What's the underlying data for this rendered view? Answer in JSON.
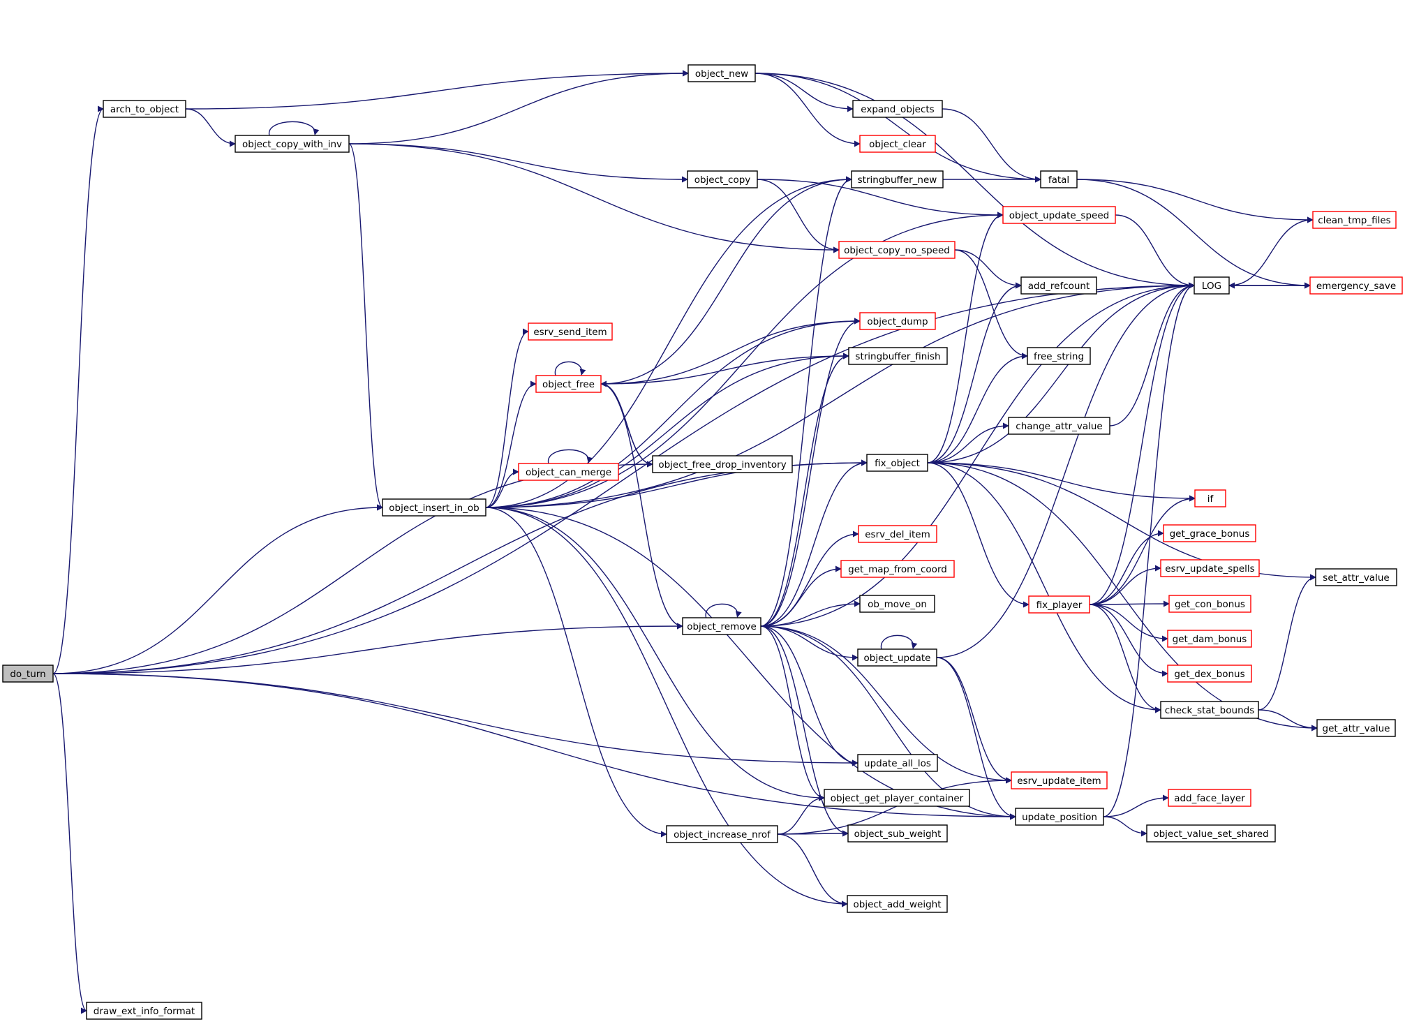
{
  "diagram": {
    "type": "call-graph",
    "colors": {
      "edge": "#191970",
      "border_black": "#000000",
      "border_red": "#ff0000",
      "root_fill": "#bfbfbf",
      "node_fill": "#ffffff"
    },
    "nodes": [
      {
        "id": "do_turn",
        "label": "do_turn",
        "style": "root"
      },
      {
        "id": "arch_to_object",
        "label": "arch_to_object",
        "style": "black"
      },
      {
        "id": "object_copy_with_inv",
        "label": "object_copy_with_inv",
        "style": "black"
      },
      {
        "id": "object_insert_in_ob",
        "label": "object_insert_in_ob",
        "style": "black"
      },
      {
        "id": "draw_ext_info_format",
        "label": "draw_ext_info_format",
        "style": "black"
      },
      {
        "id": "object_new",
        "label": "object_new",
        "style": "black"
      },
      {
        "id": "esrv_send_item",
        "label": "esrv_send_item",
        "style": "red"
      },
      {
        "id": "object_free",
        "label": "object_free",
        "style": "red"
      },
      {
        "id": "object_can_merge",
        "label": "object_can_merge",
        "style": "red"
      },
      {
        "id": "object_free_drop_inventory",
        "label": "object_free_drop_inventory",
        "style": "black"
      },
      {
        "id": "object_remove",
        "label": "object_remove",
        "style": "black"
      },
      {
        "id": "object_increase_nrof",
        "label": "object_increase_nrof",
        "style": "black"
      },
      {
        "id": "expand_objects",
        "label": "expand_objects",
        "style": "black"
      },
      {
        "id": "object_clear",
        "label": "object_clear",
        "style": "red"
      },
      {
        "id": "object_copy",
        "label": "object_copy",
        "style": "black"
      },
      {
        "id": "stringbuffer_new",
        "label": "stringbuffer_new",
        "style": "black"
      },
      {
        "id": "object_update_speed",
        "label": "object_update_speed",
        "style": "red"
      },
      {
        "id": "object_copy_no_speed",
        "label": "object_copy_no_speed",
        "style": "red"
      },
      {
        "id": "object_dump",
        "label": "object_dump",
        "style": "red"
      },
      {
        "id": "stringbuffer_finish",
        "label": "stringbuffer_finish",
        "style": "black"
      },
      {
        "id": "fix_object",
        "label": "fix_object",
        "style": "black"
      },
      {
        "id": "esrv_del_item",
        "label": "esrv_del_item",
        "style": "red"
      },
      {
        "id": "get_map_from_coord",
        "label": "get_map_from_coord",
        "style": "red"
      },
      {
        "id": "ob_move_on",
        "label": "ob_move_on",
        "style": "black"
      },
      {
        "id": "object_update",
        "label": "object_update",
        "style": "black"
      },
      {
        "id": "update_all_los",
        "label": "update_all_los",
        "style": "black"
      },
      {
        "id": "object_get_player_container",
        "label": "object_get_player_container",
        "style": "black"
      },
      {
        "id": "object_sub_weight",
        "label": "object_sub_weight",
        "style": "black"
      },
      {
        "id": "object_add_weight",
        "label": "object_add_weight",
        "style": "black"
      },
      {
        "id": "fatal",
        "label": "fatal",
        "style": "black"
      },
      {
        "id": "add_refcount",
        "label": "add_refcount",
        "style": "black"
      },
      {
        "id": "free_string",
        "label": "free_string",
        "style": "black"
      },
      {
        "id": "change_attr_value",
        "label": "change_attr_value",
        "style": "black"
      },
      {
        "id": "fix_player",
        "label": "fix_player",
        "style": "red"
      },
      {
        "id": "esrv_update_item",
        "label": "esrv_update_item",
        "style": "red"
      },
      {
        "id": "update_position",
        "label": "update_position",
        "style": "black"
      },
      {
        "id": "LOG",
        "label": "LOG",
        "style": "black"
      },
      {
        "id": "if",
        "label": "if",
        "style": "red"
      },
      {
        "id": "get_grace_bonus",
        "label": "get_grace_bonus",
        "style": "red"
      },
      {
        "id": "esrv_update_spells",
        "label": "esrv_update_spells",
        "style": "red"
      },
      {
        "id": "get_con_bonus",
        "label": "get_con_bonus",
        "style": "red"
      },
      {
        "id": "get_dam_bonus",
        "label": "get_dam_bonus",
        "style": "red"
      },
      {
        "id": "get_dex_bonus",
        "label": "get_dex_bonus",
        "style": "red"
      },
      {
        "id": "check_stat_bounds",
        "label": "check_stat_bounds",
        "style": "black"
      },
      {
        "id": "add_face_layer",
        "label": "add_face_layer",
        "style": "red"
      },
      {
        "id": "object_value_set_shared",
        "label": "object_value_set_shared",
        "style": "black"
      },
      {
        "id": "clean_tmp_files",
        "label": "clean_tmp_files",
        "style": "red"
      },
      {
        "id": "emergency_save",
        "label": "emergency_save",
        "style": "red"
      },
      {
        "id": "set_attr_value",
        "label": "set_attr_value",
        "style": "black"
      },
      {
        "id": "get_attr_value",
        "label": "get_attr_value",
        "style": "black"
      }
    ],
    "edges": [
      [
        "do_turn",
        "arch_to_object"
      ],
      [
        "do_turn",
        "LOG"
      ],
      [
        "do_turn",
        "object_insert_in_ob"
      ],
      [
        "do_turn",
        "object_free_drop_inventory"
      ],
      [
        "do_turn",
        "fix_object"
      ],
      [
        "do_turn",
        "object_remove"
      ],
      [
        "do_turn",
        "update_all_los"
      ],
      [
        "do_turn",
        "update_position"
      ],
      [
        "do_turn",
        "draw_ext_info_format"
      ],
      [
        "arch_to_object",
        "object_new"
      ],
      [
        "arch_to_object",
        "object_copy_with_inv"
      ],
      [
        "object_copy_with_inv",
        "object_copy_with_inv"
      ],
      [
        "object_copy_with_inv",
        "object_new"
      ],
      [
        "object_copy_with_inv",
        "object_copy"
      ],
      [
        "object_copy_with_inv",
        "object_copy_no_speed"
      ],
      [
        "object_copy_with_inv",
        "object_insert_in_ob"
      ],
      [
        "object_new",
        "expand_objects"
      ],
      [
        "object_new",
        "object_clear"
      ],
      [
        "object_new",
        "fatal"
      ],
      [
        "object_new",
        "LOG"
      ],
      [
        "expand_objects",
        "fatal"
      ],
      [
        "object_copy",
        "object_update_speed"
      ],
      [
        "object_copy",
        "object_copy_no_speed"
      ],
      [
        "object_copy_no_speed",
        "add_refcount"
      ],
      [
        "object_copy_no_speed",
        "free_string"
      ],
      [
        "stringbuffer_new",
        "fatal"
      ],
      [
        "fatal",
        "clean_tmp_files"
      ],
      [
        "fatal",
        "emergency_save"
      ],
      [
        "object_update_speed",
        "LOG"
      ],
      [
        "LOG",
        "clean_tmp_files"
      ],
      [
        "LOG",
        "emergency_save"
      ],
      [
        "emergency_save",
        "LOG"
      ],
      [
        "object_insert_in_ob",
        "stringbuffer_new"
      ],
      [
        "object_insert_in_ob",
        "object_dump"
      ],
      [
        "object_insert_in_ob",
        "stringbuffer_finish"
      ],
      [
        "object_insert_in_ob",
        "esrv_send_item"
      ],
      [
        "object_insert_in_ob",
        "object_free"
      ],
      [
        "object_insert_in_ob",
        "object_can_merge"
      ],
      [
        "object_insert_in_ob",
        "object_update_speed"
      ],
      [
        "object_insert_in_ob",
        "LOG"
      ],
      [
        "object_insert_in_ob",
        "fix_object"
      ],
      [
        "object_insert_in_ob",
        "object_get_player_container"
      ],
      [
        "object_insert_in_ob",
        "object_increase_nrof"
      ],
      [
        "object_insert_in_ob",
        "object_add_weight"
      ],
      [
        "object_insert_in_ob",
        "update_position"
      ],
      [
        "object_free",
        "object_free"
      ],
      [
        "object_free",
        "stringbuffer_new"
      ],
      [
        "object_free",
        "object_dump"
      ],
      [
        "object_free",
        "stringbuffer_finish"
      ],
      [
        "object_free",
        "object_free_drop_inventory"
      ],
      [
        "object_free",
        "object_remove"
      ],
      [
        "object_free_drop_inventory",
        "object_free"
      ],
      [
        "object_can_merge",
        "object_can_merge"
      ],
      [
        "object_remove",
        "object_remove"
      ],
      [
        "object_remove",
        "stringbuffer_new"
      ],
      [
        "object_remove",
        "object_dump"
      ],
      [
        "object_remove",
        "stringbuffer_finish"
      ],
      [
        "object_remove",
        "LOG"
      ],
      [
        "object_remove",
        "fix_object"
      ],
      [
        "object_remove",
        "esrv_del_item"
      ],
      [
        "object_remove",
        "get_map_from_coord"
      ],
      [
        "object_remove",
        "ob_move_on"
      ],
      [
        "object_remove",
        "object_update"
      ],
      [
        "object_remove",
        "update_all_los"
      ],
      [
        "object_remove",
        "object_get_player_container"
      ],
      [
        "object_remove",
        "object_sub_weight"
      ],
      [
        "object_remove",
        "esrv_update_item"
      ],
      [
        "object_remove",
        "update_position"
      ],
      [
        "object_increase_nrof",
        "object_get_player_container"
      ],
      [
        "object_increase_nrof",
        "object_sub_weight"
      ],
      [
        "object_increase_nrof",
        "object_add_weight"
      ],
      [
        "object_increase_nrof",
        "esrv_update_item"
      ],
      [
        "object_update",
        "object_update"
      ],
      [
        "object_update",
        "LOG"
      ],
      [
        "object_update",
        "esrv_update_item"
      ],
      [
        "object_update",
        "update_position"
      ],
      [
        "fix_object",
        "object_update_speed"
      ],
      [
        "fix_object",
        "add_refcount"
      ],
      [
        "fix_object",
        "free_string"
      ],
      [
        "fix_object",
        "change_attr_value"
      ],
      [
        "fix_object",
        "LOG"
      ],
      [
        "fix_object",
        "if"
      ],
      [
        "fix_object",
        "fix_player"
      ],
      [
        "fix_object",
        "check_stat_bounds"
      ],
      [
        "fix_object",
        "set_attr_value"
      ],
      [
        "fix_object",
        "get_attr_value"
      ],
      [
        "change_attr_value",
        "LOG"
      ],
      [
        "fix_player",
        "if"
      ],
      [
        "fix_player",
        "get_grace_bonus"
      ],
      [
        "fix_player",
        "esrv_update_spells"
      ],
      [
        "fix_player",
        "get_con_bonus"
      ],
      [
        "fix_player",
        "get_dam_bonus"
      ],
      [
        "fix_player",
        "get_dex_bonus"
      ],
      [
        "fix_player",
        "check_stat_bounds"
      ],
      [
        "fix_player",
        "LOG"
      ],
      [
        "check_stat_bounds",
        "set_attr_value"
      ],
      [
        "check_stat_bounds",
        "get_attr_value"
      ],
      [
        "update_position",
        "LOG"
      ],
      [
        "update_position",
        "add_face_layer"
      ],
      [
        "update_position",
        "object_value_set_shared"
      ]
    ]
  }
}
